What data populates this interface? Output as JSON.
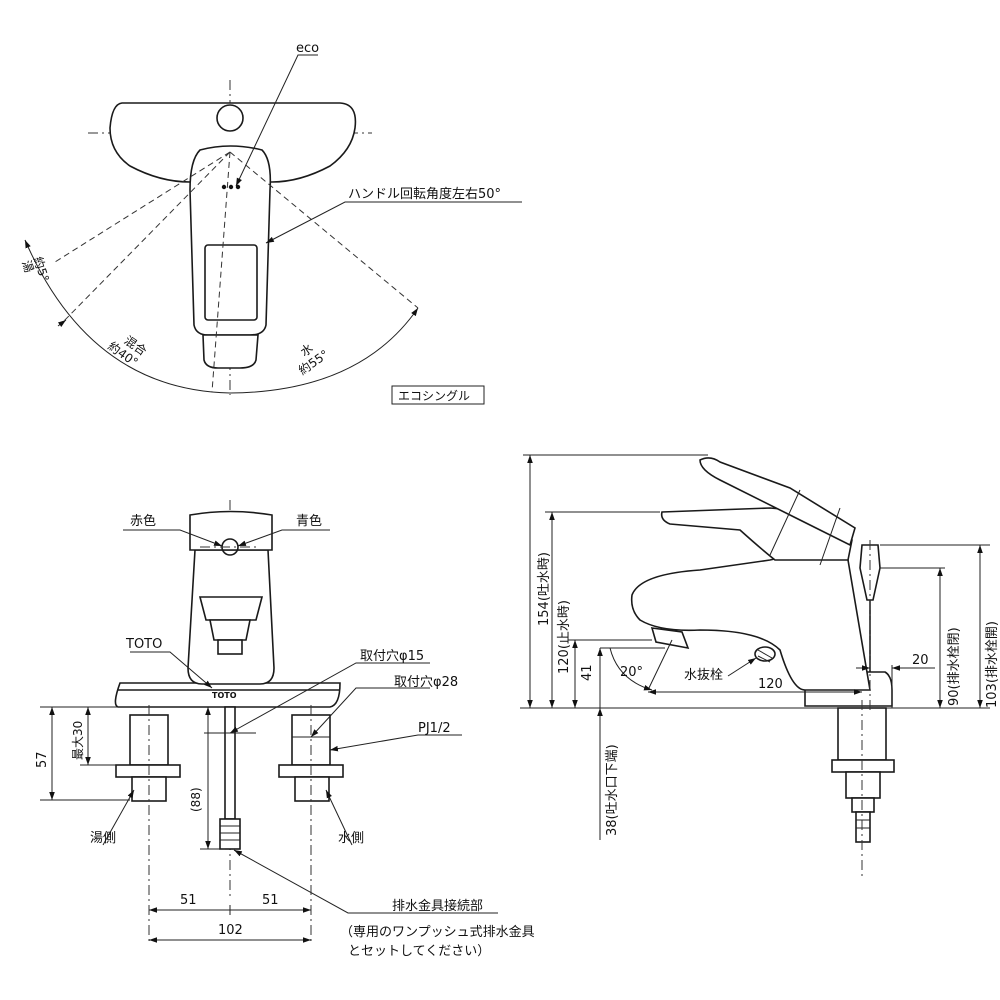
{
  "top_view": {
    "eco": "eco",
    "handle_rotation": "ハンドル回転角度左右50°",
    "hot_label": "湯",
    "hot_angle": "約5°",
    "mix_label": "混合",
    "mix_angle": "約40°",
    "water_label": "水",
    "water_angle": "約55°",
    "model_box": "エコシングル"
  },
  "front_view": {
    "red": "赤色",
    "blue": "青色",
    "brand": "TOTO",
    "brand_mark": "TOTO",
    "hole_15": "取付穴φ15",
    "hole_28": "取付穴φ28",
    "pipe": "PJ1/2",
    "dim_57": "57",
    "dim_max30": "最大30",
    "dim_88": "(88)",
    "hot_side": "湯側",
    "water_side": "水側",
    "dim_51_left": "51",
    "dim_51_right": "51",
    "dim_102": "102",
    "drain_connect": "排水金具接続部",
    "drain_note_1": "（専用のワンプッシュ式排水金具",
    "drain_note_2": "とセットしてください）"
  },
  "side_view": {
    "dim_154": "154(吐水時)",
    "dim_120_stop": "120(止水時)",
    "dim_41": "41",
    "dim_20deg": "20°",
    "drain_plug": "水抜栓",
    "dim_120": "120",
    "dim_20": "20",
    "dim_90": "90(排水栓閉)",
    "dim_103": "103(排水栓開)",
    "dim_38": "38(吐水口下端)"
  }
}
